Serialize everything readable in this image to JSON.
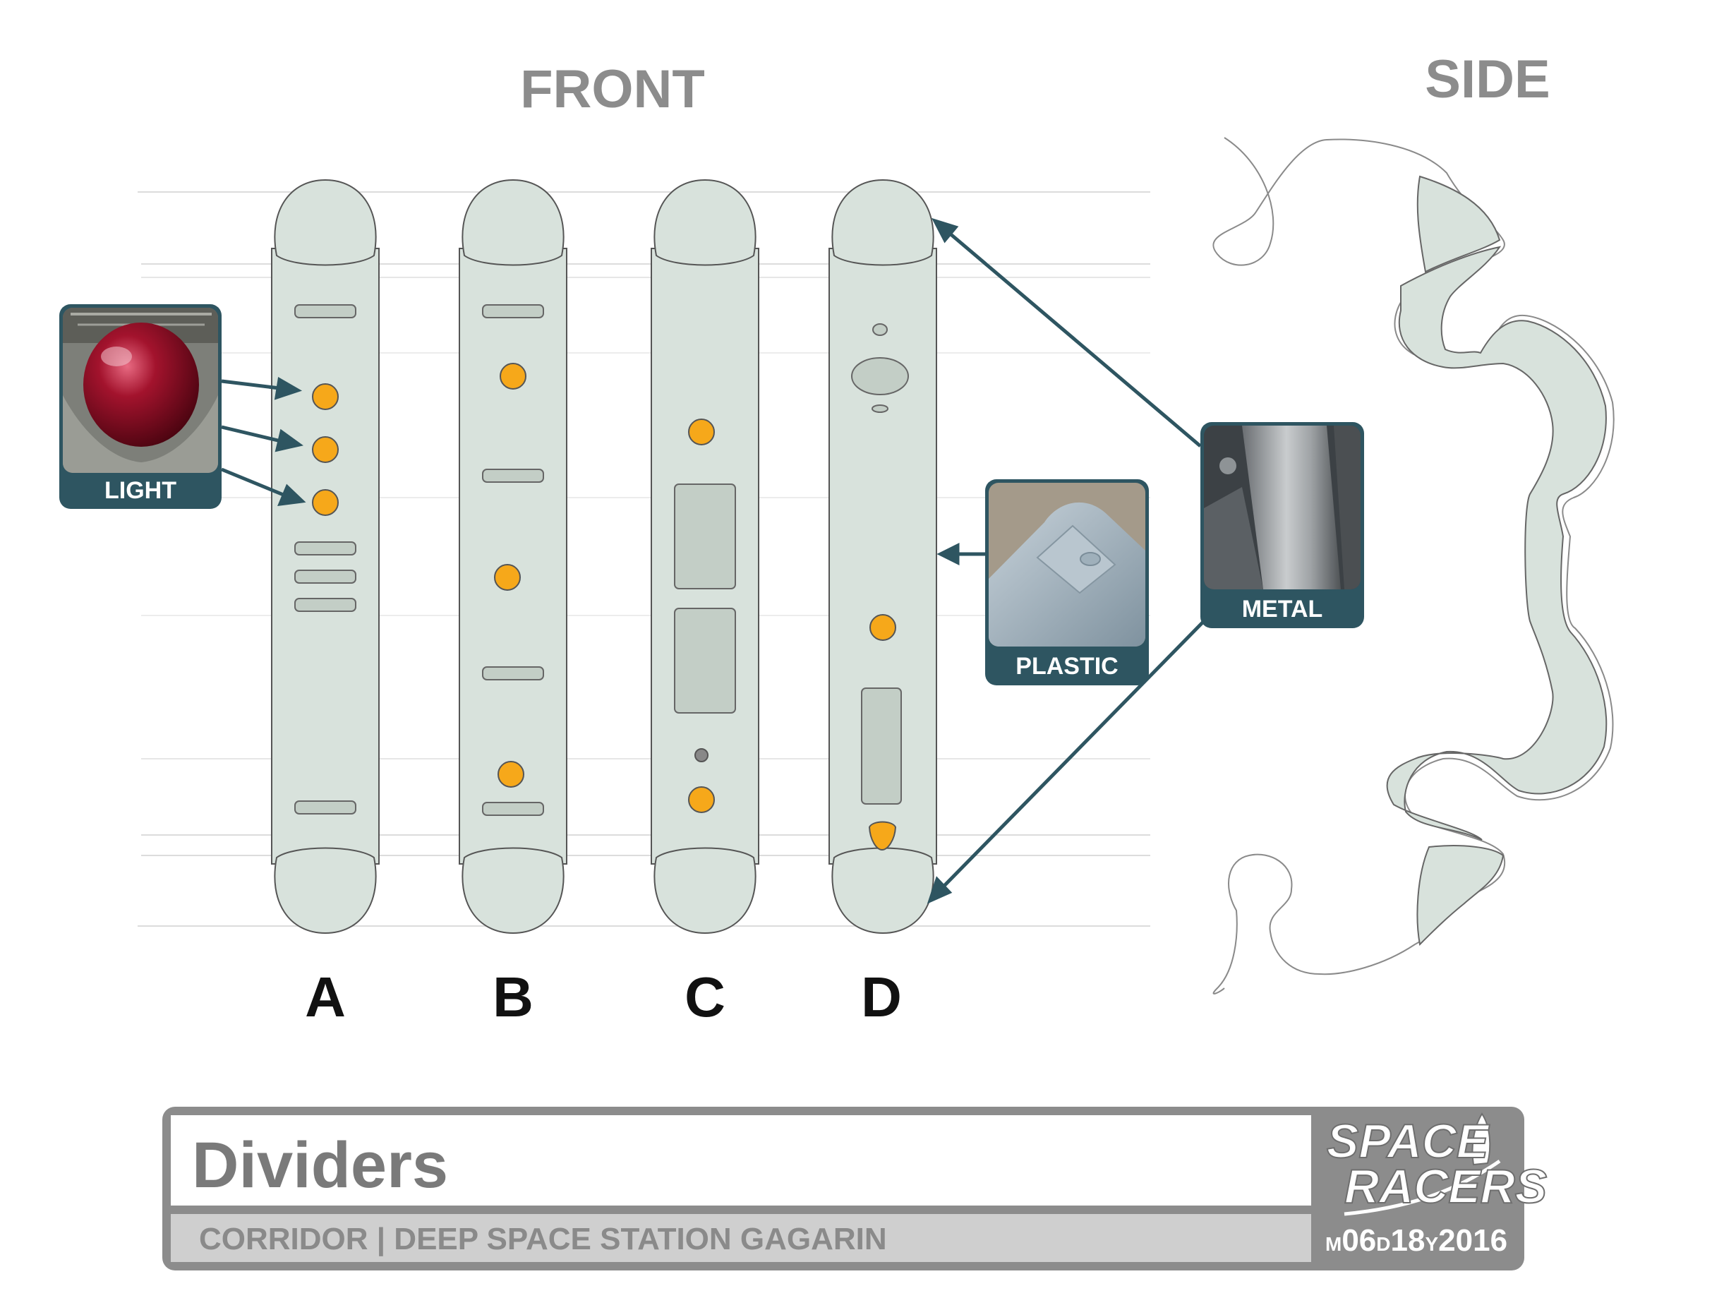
{
  "views": {
    "front": "FRONT",
    "side": "SIDE"
  },
  "dividers": [
    {
      "label": "A"
    },
    {
      "label": "B"
    },
    {
      "label": "C"
    },
    {
      "label": "D"
    }
  ],
  "callouts": {
    "light": "LIGHT",
    "plastic": "PLASTIC",
    "metal": "METAL"
  },
  "title_block": {
    "title": "Dividers",
    "subtitle": "CORRIDOR | DEEP SPACE STATION GAGARIN",
    "logo_line1": "SPACE",
    "logo_line2": "RACERS",
    "date": {
      "m_prefix": "M",
      "month": "06",
      "d_prefix": "D",
      "day": "18",
      "y_prefix": "Y",
      "year": "2016"
    }
  },
  "colors": {
    "panel_fill": "#d8e2dc",
    "panel_stroke": "#555555",
    "slot_fill": "#c3cec6",
    "light_amber": "#f6a81a",
    "callout_teal": "#2e5561",
    "guide_line": "#dcdcdc",
    "title_border": "#8c8c8c"
  },
  "icons": {
    "light_photo": "red-dome-light-photo",
    "plastic_photo": "plastic-bracket-photo",
    "metal_photo": "metal-tube-photo",
    "logo": "space-racers-rocket-logo"
  }
}
